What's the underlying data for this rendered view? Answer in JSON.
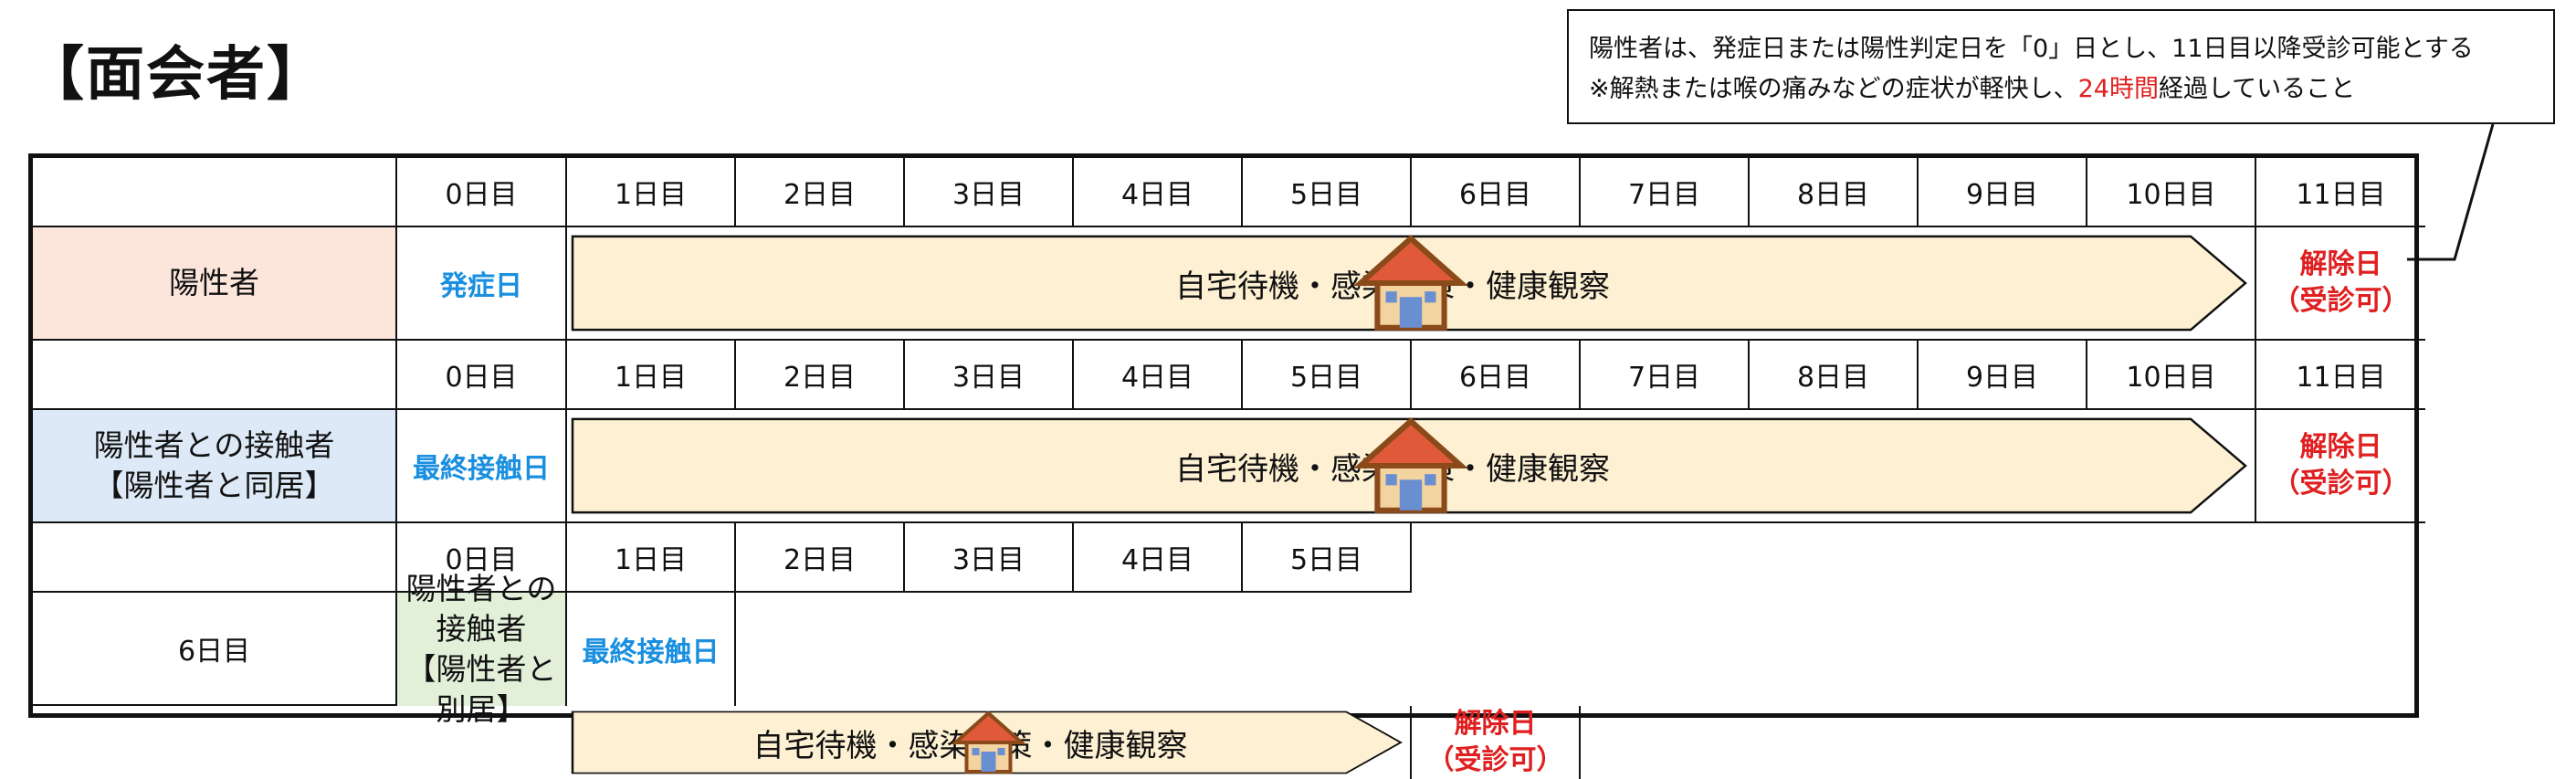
{
  "title": "【面会者】",
  "note": {
    "line1": "陽性者は、発症日または陽性判定日を「0」日とし、11日目以降受診可能とする",
    "line2_a": "※解熱または喉の痛みなどの症状が軽快し、",
    "line2_red": "24時間",
    "line2_b": "経過していること"
  },
  "days_full": [
    "0日目",
    "1日目",
    "2日目",
    "3日目",
    "4日目",
    "5日目",
    "6日目",
    "7日目",
    "8日目",
    "9日目",
    "10日目",
    "11日目"
  ],
  "days_short": [
    "0日目",
    "1日目",
    "2日目",
    "3日目",
    "4日目",
    "5日目",
    "6日目"
  ],
  "rows": [
    {
      "label": "陽性者",
      "start": "発症日",
      "period": "自宅待機・感染対策・健康観察",
      "release_1": "解除日",
      "release_2": "（受診可）"
    },
    {
      "label_1": "陽性者との接触者",
      "label_2": "【陽性者と同居】",
      "start": "最終接触日",
      "period": "自宅待機・感染対策・健康観察",
      "release_1": "解除日",
      "release_2": "（受診可）"
    },
    {
      "label_1": "陽性者との接触者",
      "label_2": "【陽性者と別居】",
      "start": "最終接触日",
      "period": "自宅待機・感染対策・健康観察",
      "release_1": "解除日",
      "release_2": "（受診可）"
    }
  ],
  "colors": {
    "onset_blue": "#1a8fe0",
    "release_red": "#e02020",
    "arrow_fill": "#fdf0d3",
    "pink": "#fce6dc",
    "blue": "#dde9f6",
    "green": "#e2efd9"
  },
  "icons": {
    "house": "house-icon"
  }
}
